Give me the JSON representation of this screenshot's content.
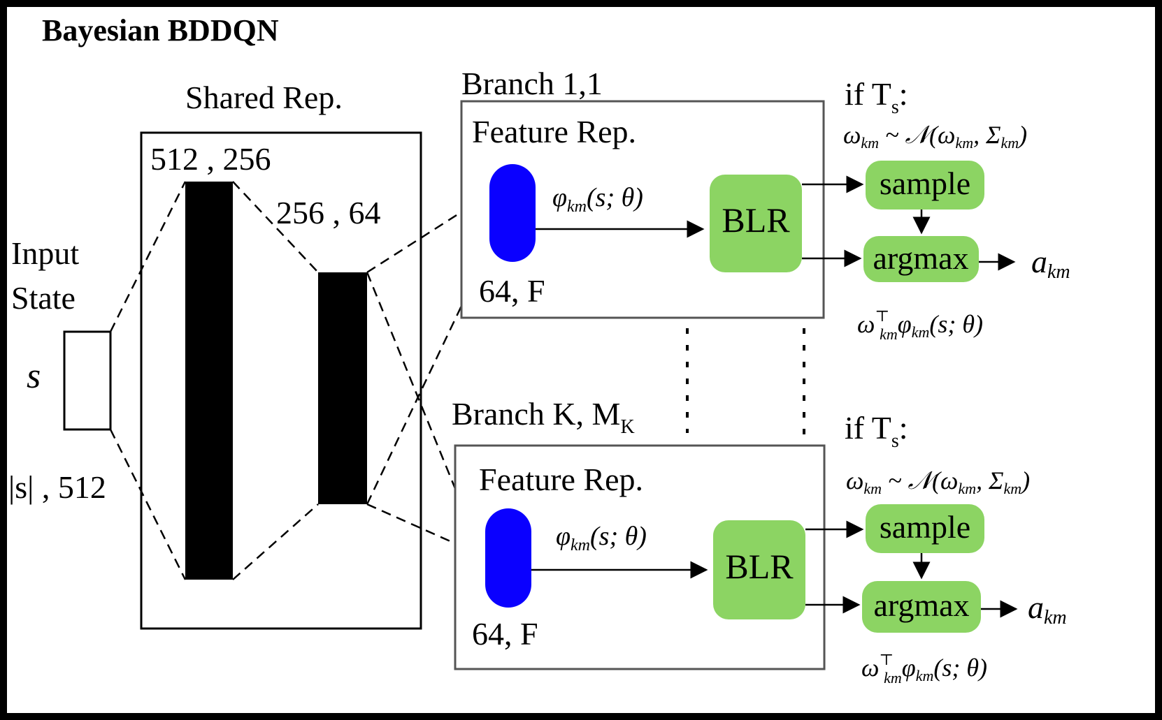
{
  "title": "Bayesian BDDQN",
  "input": {
    "label_line1": "Input",
    "label_line2": "State",
    "symbol": "s",
    "dims": "|s| , 512"
  },
  "shared": {
    "label": "Shared Rep.",
    "layer1_dims": "512 , 256",
    "layer2_dims": "256 , 64"
  },
  "branches": [
    {
      "title": "Branch 1,1",
      "feature_label": "Feature Rep.",
      "feature_dims": "64, F",
      "phi_label": "φ",
      "phi_sub": "km",
      "phi_args": "(s; θ)",
      "blr_label": "BLR",
      "if_text": "if T",
      "if_sub": "s",
      "if_colon": ":",
      "posterior_lhs": "ω",
      "posterior_lhs_sub": "km",
      "posterior_mid": " ~ 𝒩(ω",
      "posterior_mid_sub": "km",
      "posterior_sigma": ", Σ",
      "posterior_sigma_sub": "km",
      "posterior_close": ")",
      "sample_label": "sample",
      "argmax_label": "argmax",
      "action": "a",
      "action_sub": "km",
      "q_omega": "ω",
      "q_sup": "⊤",
      "q_sub": "km",
      "q_phi": "φ",
      "q_phi_sub": "km",
      "q_args": "(s; θ)"
    },
    {
      "title": "Branch K, M",
      "title_sub": "K",
      "feature_label": "Feature Rep.",
      "feature_dims": "64, F",
      "phi_label": "φ",
      "phi_sub": "km",
      "phi_args": "(s; θ)",
      "blr_label": "BLR",
      "if_text": "if T",
      "if_sub": "s",
      "if_colon": ":",
      "posterior_lhs": "ω",
      "posterior_lhs_sub": "km",
      "posterior_mid": " ~ 𝒩(ω",
      "posterior_mid_sub": "km",
      "posterior_sigma": ", Σ",
      "posterior_sigma_sub": "km",
      "posterior_close": ")",
      "sample_label": "sample",
      "argmax_label": "argmax",
      "action": "a",
      "action_sub": "km",
      "q_omega": "ω",
      "q_sup": "⊤",
      "q_sub": "km",
      "q_phi": "φ",
      "q_phi_sub": "km",
      "q_args": "(s; θ)"
    }
  ],
  "colors": {
    "feature_node": "#0a00ff",
    "green_box": "#8cd463",
    "stroke": "#000000",
    "branch_border": "#555555"
  }
}
